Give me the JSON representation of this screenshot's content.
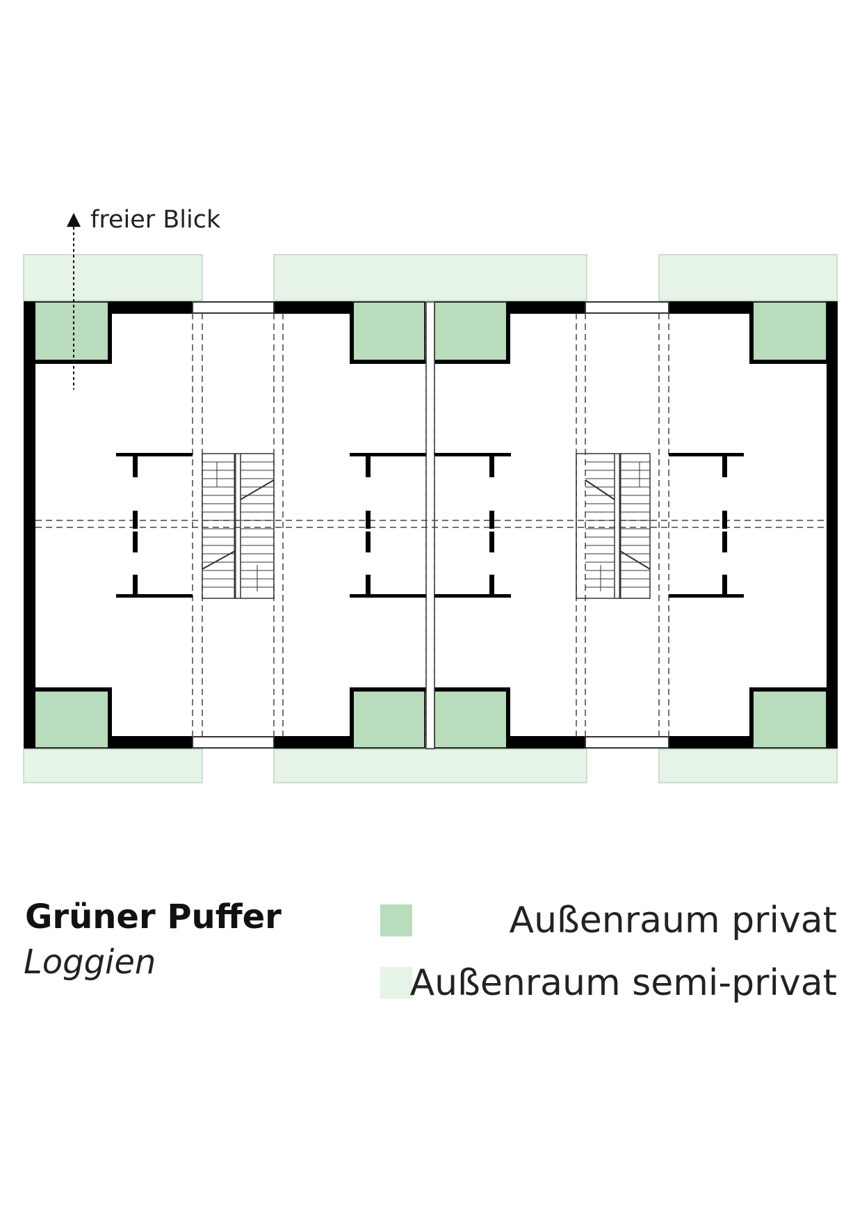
{
  "labels": {
    "view": "freier Blick",
    "title": "Grüner Puffer",
    "subtitle": "Loggien"
  },
  "legend": [
    {
      "label": "Außenraum privat",
      "color": "#b9dcbc"
    },
    {
      "label": "Außenraum semi-privat",
      "color": "#e6f3e7"
    }
  ],
  "colors": {
    "wall": "#000000",
    "dashed": "#444444",
    "semi_private_border": "#bfd6c1",
    "private_border": "#222222"
  },
  "icons": {
    "view_arrow": "arrow-up-icon"
  }
}
